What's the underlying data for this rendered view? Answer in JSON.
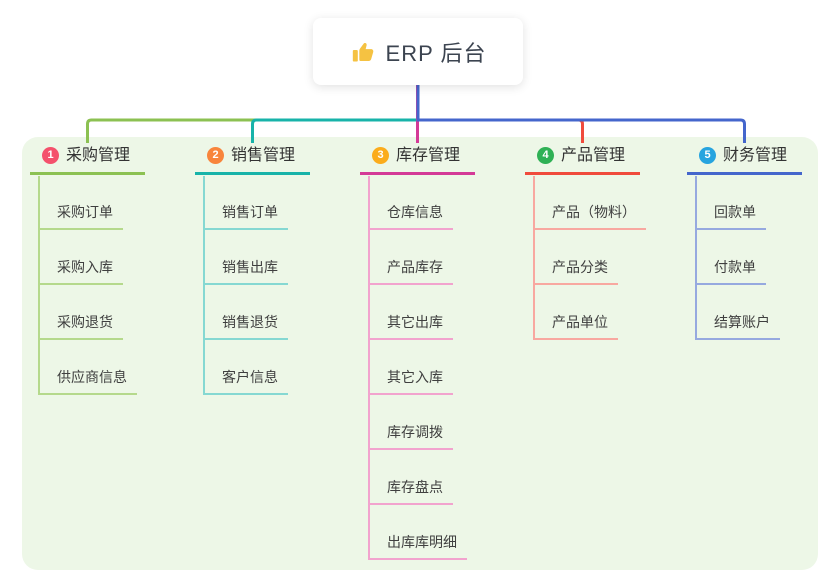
{
  "canvas": {
    "background": "#FFFFFF",
    "panel_background": "#EDF7E7",
    "root_connector_color": "#4466CC",
    "root_box_color": "#FFFFFF",
    "title_text_color": "#3C4450",
    "topic_text_color": "#333333",
    "child_text_color": "#3F3F3F"
  },
  "root": {
    "title": "ERP 后台",
    "icon": "thumbs-up",
    "icon_color": "#F5C242"
  },
  "branches": [
    {
      "badge": "1",
      "badge_color": "#F4516C",
      "label": "采购管理",
      "line_color": "#8CC152",
      "light_line_color": "#B5D98C",
      "children": [
        "采购订单",
        "采购入库",
        "采购退货",
        "供应商信息"
      ]
    },
    {
      "badge": "2",
      "badge_color": "#F8853C",
      "label": "销售管理",
      "line_color": "#17B3A9",
      "light_line_color": "#85D8D2",
      "children": [
        "销售订单",
        "销售出库",
        "销售退货",
        "客户信息"
      ]
    },
    {
      "badge": "3",
      "badge_color": "#FBAC1C",
      "label": "库存管理",
      "line_color": "#D43A97",
      "light_line_color": "#F2A3CE",
      "children": [
        "仓库信息",
        "产品库存",
        "其它出库",
        "其它入库",
        "库存调拨",
        "库存盘点",
        "出库库明细"
      ]
    },
    {
      "badge": "4",
      "badge_color": "#2FB155",
      "label": "产品管理",
      "line_color": "#F04B3C",
      "light_line_color": "#F8A8A0",
      "children": [
        "产品（物料）",
        "产品分类",
        "产品单位"
      ]
    },
    {
      "badge": "5",
      "badge_color": "#27A4DF",
      "label": "财务管理",
      "line_color": "#4466CC",
      "light_line_color": "#96A9DF",
      "children": [
        "回款单",
        "付款单",
        "结算账户"
      ]
    }
  ]
}
